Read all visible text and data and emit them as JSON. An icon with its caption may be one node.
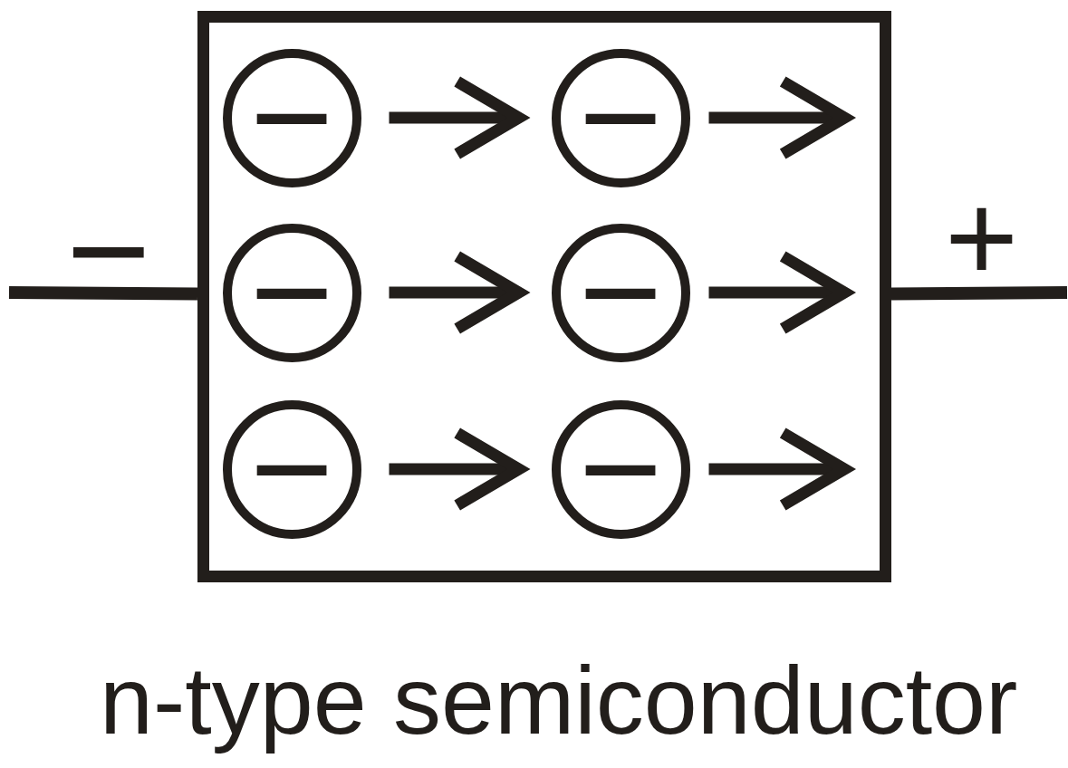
{
  "diagram": {
    "caption": "n-type semiconductor",
    "nodes": [
      {
        "text": [],
        "shape": "box"
      },
      {
        "text": [
          "−"
        ],
        "in": 0
      },
      {
        "text": [
          "−"
        ],
        "in": 0
      },
      {
        "text": [
          "−"
        ],
        "in": 0
      },
      {
        "text": [
          "−"
        ],
        "in": 0
      },
      {
        "text": [
          "−"
        ],
        "in": 0
      },
      {
        "text": [
          "−"
        ],
        "in": 0
      }
    ],
    "edges": [
      {
        "from": 1,
        "to": 2,
        "arrow": "to"
      },
      {
        "from": 2,
        "to": null,
        "arrow": "to"
      },
      {
        "from": 3,
        "to": 4,
        "arrow": "to"
      },
      {
        "from": 4,
        "to": null,
        "arrow": "to"
      },
      {
        "from": 5,
        "to": 6,
        "arrow": "to"
      },
      {
        "from": 6,
        "to": null,
        "arrow": "to"
      },
      {
        "from": null,
        "to": 0,
        "arrow": "none"
      },
      {
        "from": 0,
        "to": null,
        "arrow": "none"
      }
    ],
    "labels": [
      "−",
      "+"
    ]
  }
}
